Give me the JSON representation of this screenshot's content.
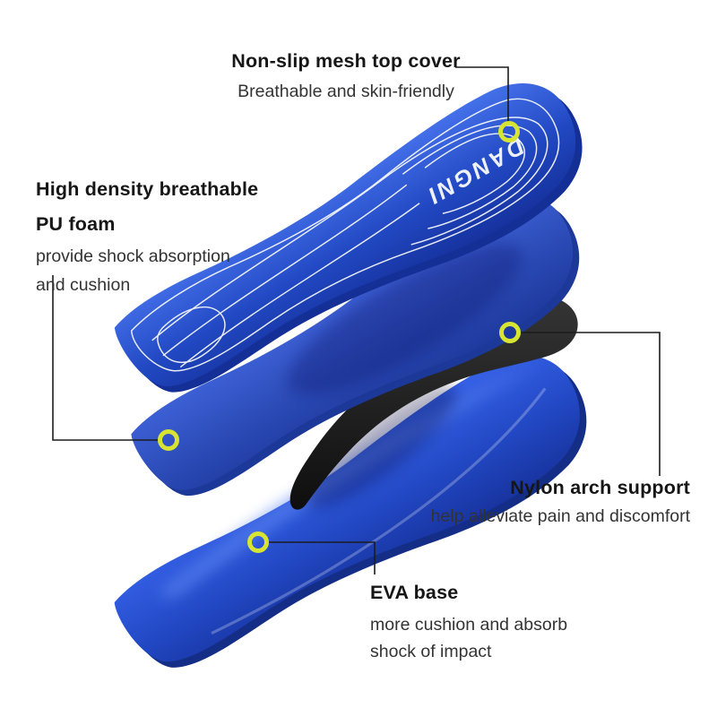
{
  "brand_text_on_insole": "DANGNI",
  "annotations": {
    "mesh_cover": {
      "title": "Non-slip mesh top cover",
      "description": "Breathable and skin-friendly"
    },
    "pu_foam": {
      "title_line1": "High density breathable",
      "title_line2": "PU foam",
      "description_line1": "provide shock absorption",
      "description_line2": "and cushion"
    },
    "arch_support": {
      "title": "Nylon arch support",
      "description": "help alleviate pain and discomfort"
    },
    "eva_base": {
      "title": "EVA base",
      "description_line1": "more cushion and absorb",
      "description_line2": "shock of impact"
    }
  },
  "colors": {
    "insole_blue": "#2c54cc",
    "insole_blue_dark": "#1c3aa4",
    "eva_highlight": "#5d86f2",
    "arch_support_black": "#1a1a1a",
    "marker_yellow": "#d8e432",
    "callout_line": "#1c1c1c",
    "title_text": "#161616",
    "body_text": "#333333",
    "background": "#ffffff"
  }
}
